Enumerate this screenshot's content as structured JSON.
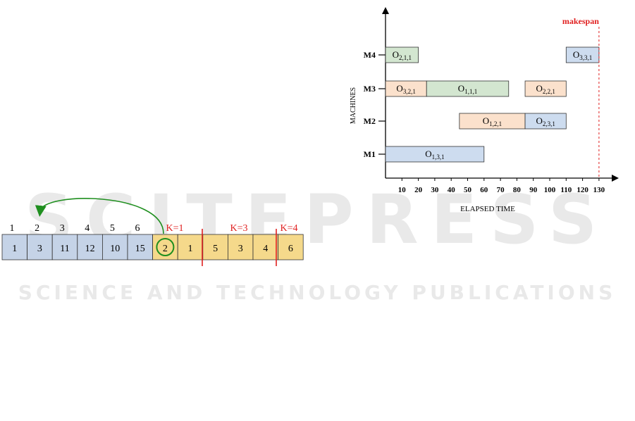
{
  "watermark": {
    "line1": "SCITEPRESS",
    "line2": "SCIENCE AND TECHNOLOGY PUBLICATIONS"
  },
  "encoding": {
    "position_labels": [
      "1",
      "2",
      "3",
      "4",
      "5",
      "6"
    ],
    "cells": [
      {
        "value": "1",
        "group": "blue"
      },
      {
        "value": "3",
        "group": "blue"
      },
      {
        "value": "11",
        "group": "blue"
      },
      {
        "value": "12",
        "group": "blue"
      },
      {
        "value": "10",
        "group": "blue"
      },
      {
        "value": "15",
        "group": "blue"
      },
      {
        "value": "2",
        "group": "gold",
        "circled": true
      },
      {
        "value": "1",
        "group": "gold"
      },
      {
        "value": "5",
        "group": "gold"
      },
      {
        "value": "3",
        "group": "gold"
      },
      {
        "value": "4",
        "group": "gold"
      },
      {
        "value": "6",
        "group": "gold"
      }
    ],
    "k_labels": [
      "K=1",
      "K=3",
      "K=4"
    ],
    "colors": {
      "blue_cell": "#c5d3e7",
      "gold_cell": "#f5d98b",
      "separator": "#e02020",
      "circle": "#1f8f1f",
      "arrow": "#1f8f1f",
      "k_text": "#e02020"
    }
  },
  "gantt": {
    "y_axis_label": "MACHINES",
    "x_axis_label": "ELAPSED TIME",
    "machines": [
      "M1",
      "M2",
      "M3",
      "M4"
    ],
    "x_ticks": [
      "10",
      "20",
      "30",
      "40",
      "50",
      "60",
      "70",
      "80",
      "90",
      "100",
      "110",
      "120",
      "130"
    ],
    "makespan_label": "makespan",
    "makespan_value": 130,
    "ops": [
      {
        "machine": "M4",
        "start": 0,
        "end": 20,
        "label": "O",
        "sub": "2,1,1",
        "color": "#d3e6d0"
      },
      {
        "machine": "M4",
        "start": 110,
        "end": 130,
        "label": "O",
        "sub": "3,3,1",
        "color": "#cddcef"
      },
      {
        "machine": "M3",
        "start": 0,
        "end": 25,
        "label": "O",
        "sub": "3,2,1",
        "color": "#fbe1cc"
      },
      {
        "machine": "M3",
        "start": 25,
        "end": 75,
        "label": "O",
        "sub": "1,1,1",
        "color": "#d3e6d0"
      },
      {
        "machine": "M3",
        "start": 85,
        "end": 110,
        "label": "O",
        "sub": "2,2,1",
        "color": "#fbe1cc"
      },
      {
        "machine": "M2",
        "start": 45,
        "end": 85,
        "label": "O",
        "sub": "1,2,1",
        "color": "#fbe1cc"
      },
      {
        "machine": "M2",
        "start": 85,
        "end": 110,
        "label": "O",
        "sub": "2,3,1",
        "color": "#cddcef"
      },
      {
        "machine": "M1",
        "start": 0,
        "end": 60,
        "label": "O",
        "sub": "1,3,1",
        "color": "#cddcef"
      }
    ],
    "colors": {
      "makespan": "#e02020",
      "axis": "#000000"
    }
  }
}
